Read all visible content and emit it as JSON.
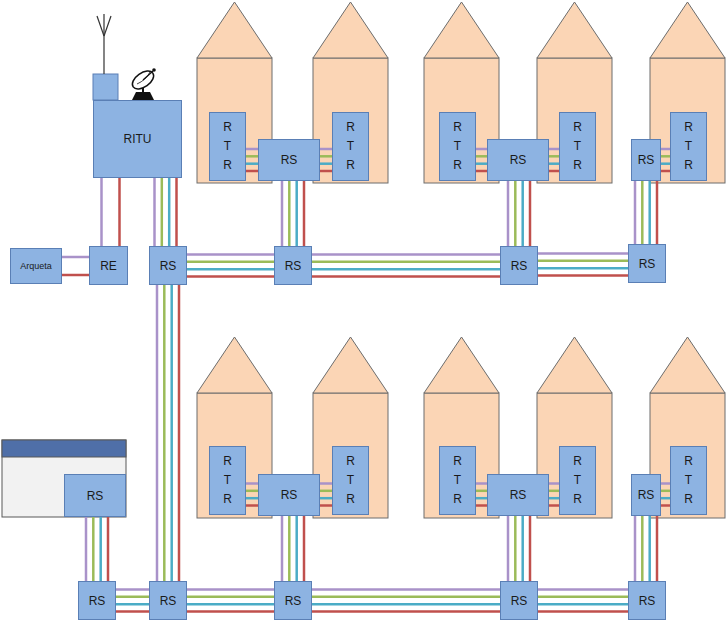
{
  "diagram": {
    "nodes": [
      {
        "text": [
          "RITU"
        ]
      },
      {
        "text": [
          "R T R"
        ]
      },
      {
        "text": [
          "RS"
        ]
      },
      {
        "text": [
          "R T R"
        ]
      },
      {
        "text": [
          "R T R"
        ]
      },
      {
        "text": [
          "RS"
        ]
      },
      {
        "text": [
          "R T R"
        ]
      },
      {
        "text": [
          "RS"
        ]
      },
      {
        "text": [
          "R T R"
        ]
      },
      {
        "text": [
          "Arqueta"
        ]
      },
      {
        "text": [
          "RE"
        ]
      },
      {
        "text": [
          "RS"
        ]
      },
      {
        "text": [
          "RS"
        ]
      },
      {
        "text": [
          "RS"
        ]
      },
      {
        "text": [
          "RS"
        ]
      },
      {
        "text": [
          "R T R"
        ]
      },
      {
        "text": [
          "RS"
        ]
      },
      {
        "text": [
          "R T R"
        ]
      },
      {
        "text": [
          "R T R"
        ]
      },
      {
        "text": [
          "RS"
        ]
      },
      {
        "text": [
          "R T R"
        ]
      },
      {
        "text": [
          "RS"
        ]
      },
      {
        "text": [
          "R T R"
        ]
      },
      {
        "text": [
          "RS"
        ]
      },
      {
        "text": [
          "RS"
        ]
      },
      {
        "text": [
          "RS"
        ]
      },
      {
        "text": [
          "RS"
        ]
      },
      {
        "text": [
          "RS"
        ]
      },
      {
        "text": [
          "RS"
        ]
      }
    ],
    "edges": [
      {
        "from": 0,
        "to": 10,
        "arrow": "none"
      },
      {
        "from": 9,
        "to": 10,
        "arrow": "none"
      },
      {
        "from": 0,
        "to": 11,
        "arrow": "none"
      },
      {
        "from": 11,
        "to": 12,
        "arrow": "none"
      },
      {
        "from": 12,
        "to": 13,
        "arrow": "none"
      },
      {
        "from": 13,
        "to": 14,
        "arrow": "none"
      },
      {
        "from": 12,
        "to": 2,
        "arrow": "none"
      },
      {
        "from": 2,
        "to": 1,
        "arrow": "none"
      },
      {
        "from": 2,
        "to": 3,
        "arrow": "none"
      },
      {
        "from": 13,
        "to": 5,
        "arrow": "none"
      },
      {
        "from": 5,
        "to": 4,
        "arrow": "none"
      },
      {
        "from": 5,
        "to": 6,
        "arrow": "none"
      },
      {
        "from": 14,
        "to": 7,
        "arrow": "none"
      },
      {
        "from": 7,
        "to": 8,
        "arrow": "none"
      },
      {
        "from": 11,
        "to": 25,
        "arrow": "none"
      },
      {
        "from": 25,
        "to": 24,
        "arrow": "none"
      },
      {
        "from": 24,
        "to": 23,
        "arrow": "none"
      },
      {
        "from": 25,
        "to": 26,
        "arrow": "none"
      },
      {
        "from": 26,
        "to": 27,
        "arrow": "none"
      },
      {
        "from": 27,
        "to": 28,
        "arrow": "none"
      },
      {
        "from": 26,
        "to": 16,
        "arrow": "none"
      },
      {
        "from": 16,
        "to": 15,
        "arrow": "none"
      },
      {
        "from": 16,
        "to": 17,
        "arrow": "none"
      },
      {
        "from": 27,
        "to": 19,
        "arrow": "none"
      },
      {
        "from": 19,
        "to": 18,
        "arrow": "none"
      },
      {
        "from": 19,
        "to": 20,
        "arrow": "none"
      },
      {
        "from": 28,
        "to": 21,
        "arrow": "none"
      },
      {
        "from": 21,
        "to": 22,
        "arrow": "none"
      }
    ]
  }
}
